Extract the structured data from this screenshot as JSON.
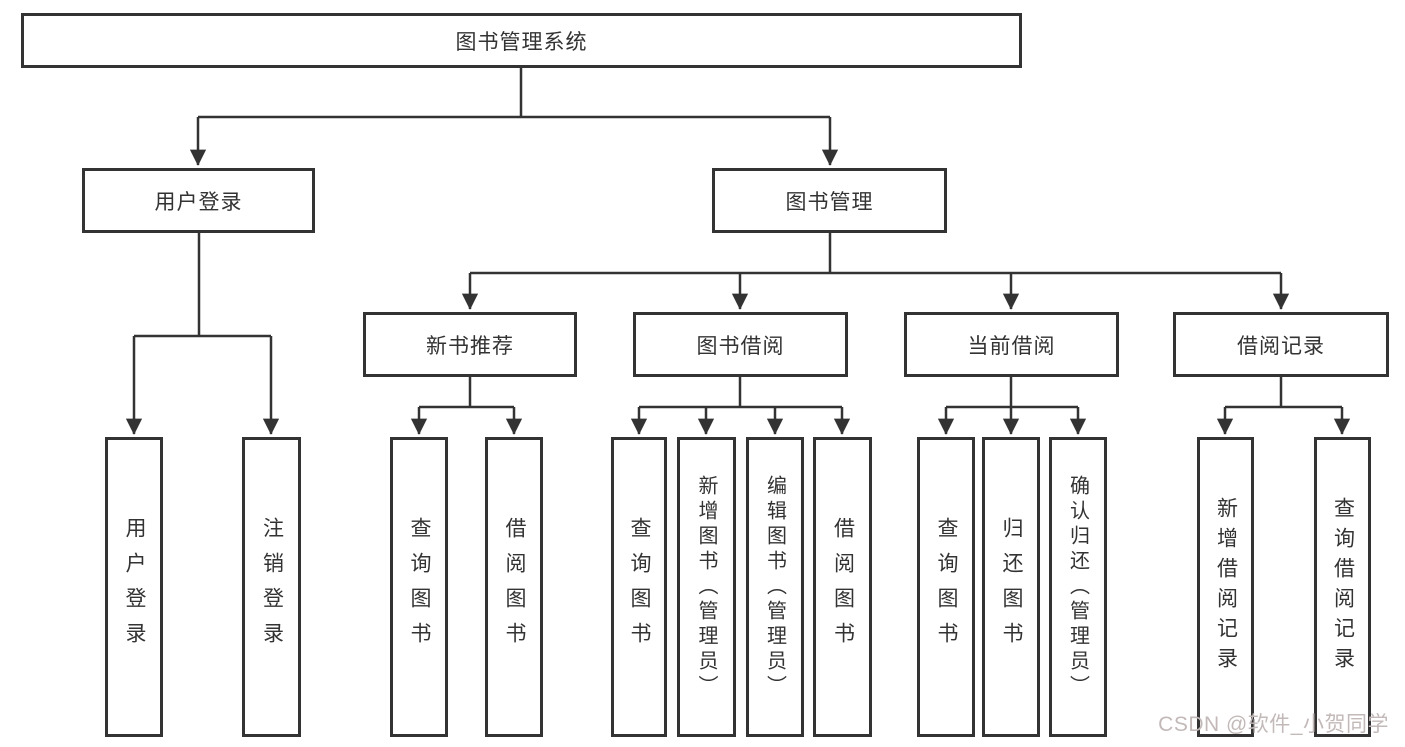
{
  "diagram": {
    "title_node": "图书管理系统",
    "tree": {
      "label": "图书管理系统",
      "children": [
        {
          "label": "用户登录",
          "children": [
            {
              "label": "用户登录"
            },
            {
              "label": "注销登录"
            }
          ]
        },
        {
          "label": "图书管理",
          "children": [
            {
              "label": "新书推荐",
              "children": [
                {
                  "label": "查询图书"
                },
                {
                  "label": "借阅图书"
                }
              ]
            },
            {
              "label": "图书借阅",
              "children": [
                {
                  "label": "查询图书"
                },
                {
                  "label": "新增图书（管理员）"
                },
                {
                  "label": "编辑图书（管理员）"
                },
                {
                  "label": "借阅图书"
                }
              ]
            },
            {
              "label": "当前借阅",
              "children": [
                {
                  "label": "查询图书"
                },
                {
                  "label": "归还图书"
                },
                {
                  "label": "确认归还（管理员）"
                }
              ]
            },
            {
              "label": "借阅记录",
              "children": [
                {
                  "label": "新增借阅记录"
                },
                {
                  "label": "查询借阅记录"
                }
              ]
            }
          ]
        }
      ]
    }
  },
  "watermark": {
    "text": "CSDN @软件_小贺同学"
  },
  "colors": {
    "line": "#333333",
    "text": "#333333",
    "background": "#ffffff",
    "watermark": "#c3b9b9"
  }
}
